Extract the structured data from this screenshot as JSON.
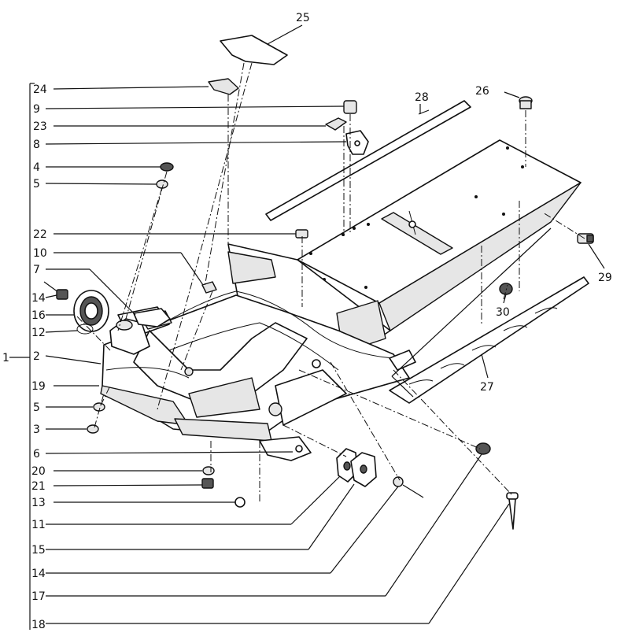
{
  "callouts": {
    "c25": "25",
    "c24": "24",
    "c9": "9",
    "c23": "23",
    "c8": "8",
    "c4": "4",
    "c5a": "5",
    "c22": "22",
    "c10": "10",
    "c7": "7",
    "c14a": "14",
    "c16": "16",
    "c12": "12",
    "c1": "1",
    "c2": "2",
    "c19": "19",
    "c5b": "5",
    "c3": "3",
    "c6": "6",
    "c20": "20",
    "c21": "21",
    "c13": "13",
    "c11": "11",
    "c15": "15",
    "c14b": "14",
    "c17": "17",
    "c18": "18",
    "c26": "26",
    "c28": "28",
    "c29": "29",
    "c30": "30",
    "c27": "27"
  }
}
